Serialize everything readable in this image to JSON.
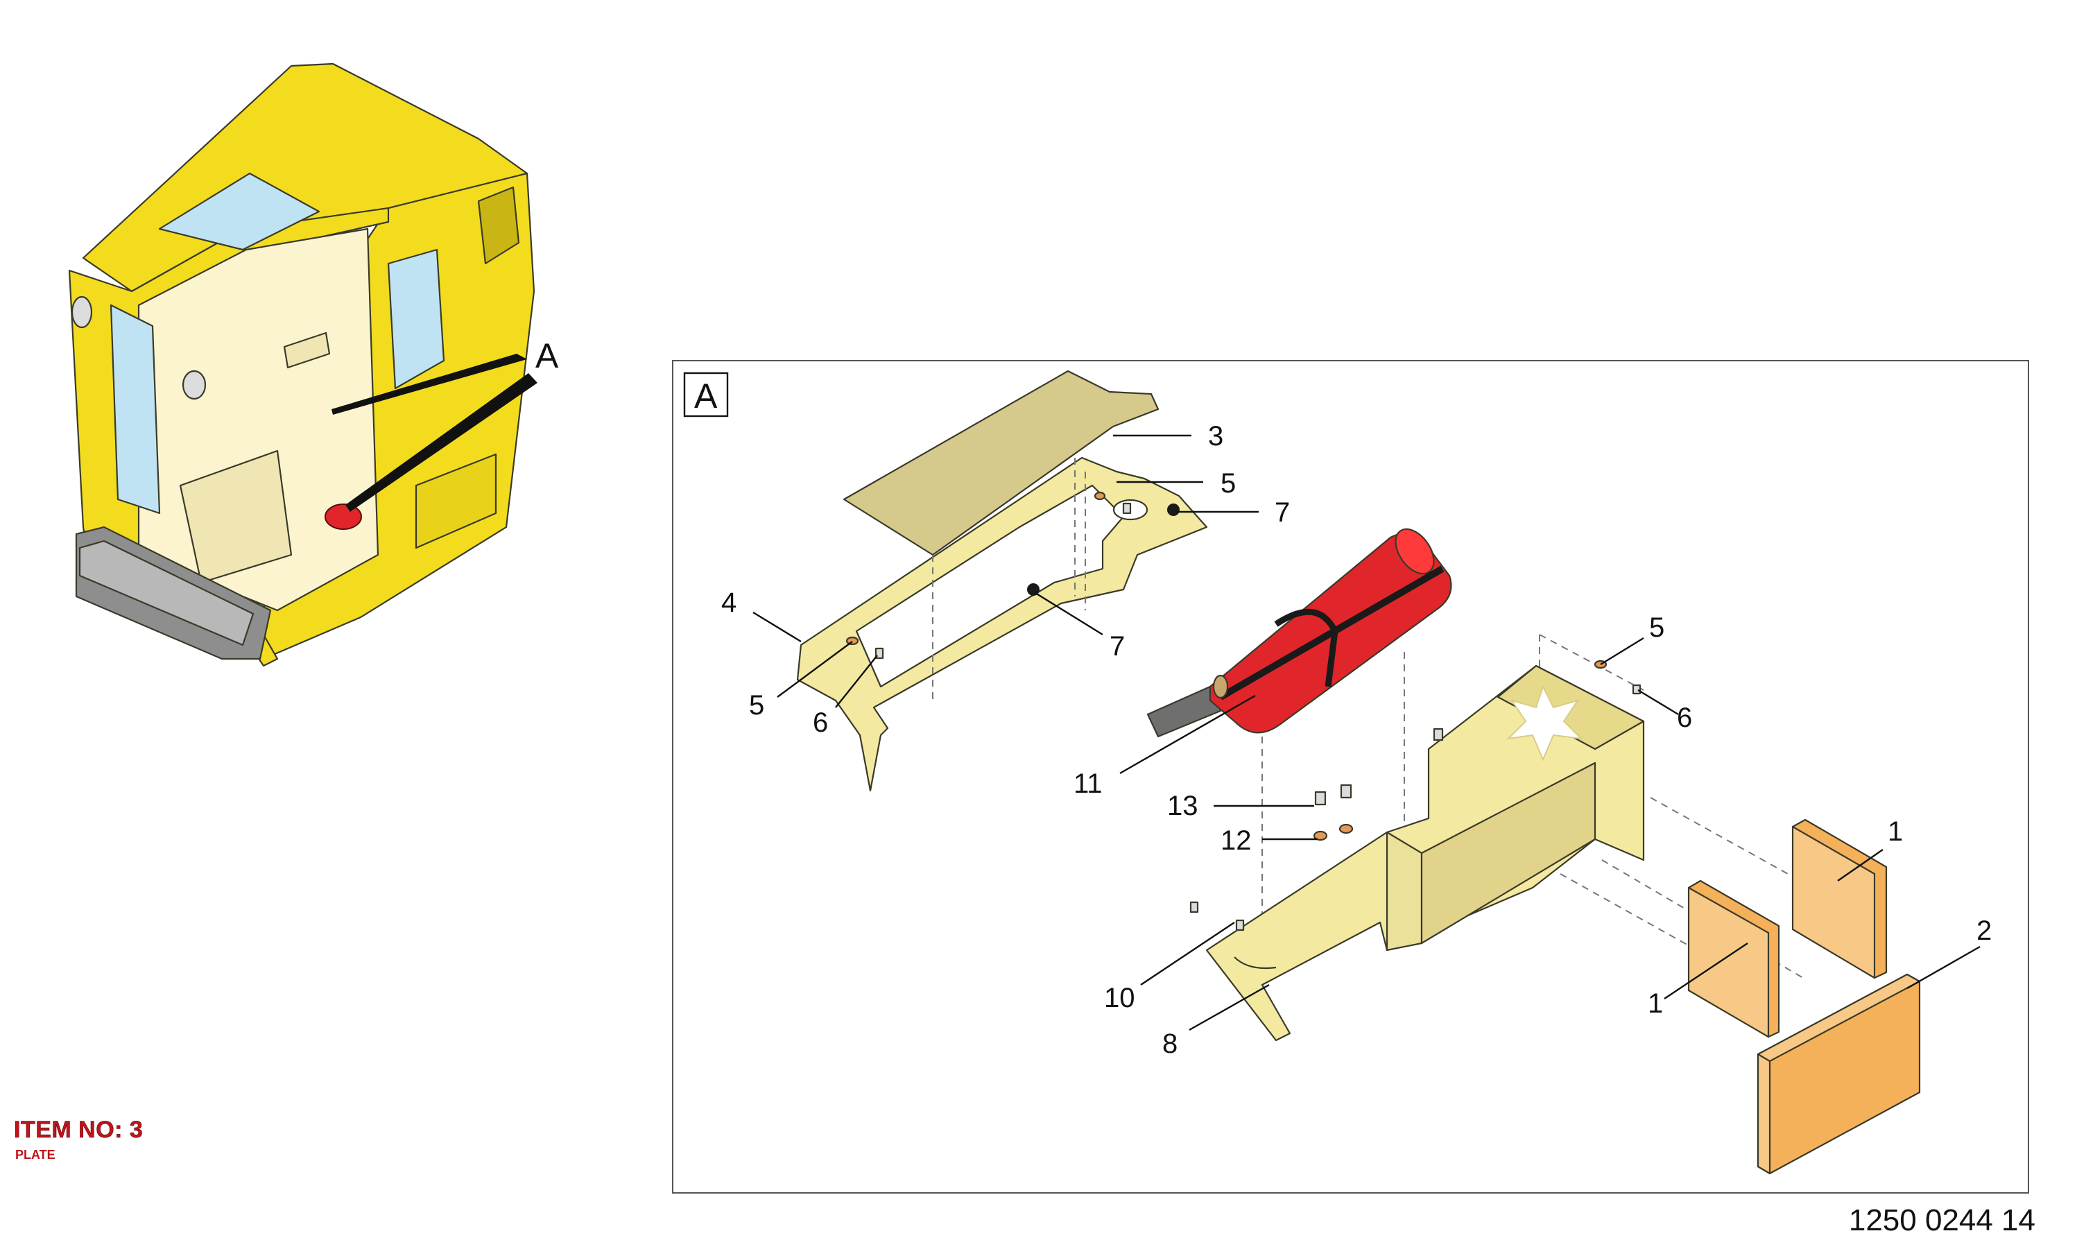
{
  "overview": {
    "detail_ref": "A"
  },
  "detail": {
    "frame_label": "A",
    "callouts": [
      {
        "id": "c3",
        "label": "3"
      },
      {
        "id": "c5a",
        "label": "5"
      },
      {
        "id": "c7a",
        "label": "7"
      },
      {
        "id": "c4",
        "label": "4"
      },
      {
        "id": "c7b",
        "label": "7"
      },
      {
        "id": "c5b",
        "label": "5"
      },
      {
        "id": "c6a",
        "label": "6"
      },
      {
        "id": "c11",
        "label": "11"
      },
      {
        "id": "c5c",
        "label": "5"
      },
      {
        "id": "c6b",
        "label": "6"
      },
      {
        "id": "c13",
        "label": "13"
      },
      {
        "id": "c12",
        "label": "12"
      },
      {
        "id": "c1a",
        "label": "1"
      },
      {
        "id": "c2",
        "label": "2"
      },
      {
        "id": "c1b",
        "label": "1"
      },
      {
        "id": "c10",
        "label": "10"
      },
      {
        "id": "c8",
        "label": "8"
      }
    ]
  },
  "item": {
    "number": "ITEM NO: 3",
    "description": "PLATE"
  },
  "drawing_number": "1250 0244 14",
  "colors": {
    "cab_yellow": "#f2dc1d",
    "cab_shadow": "#c9b514",
    "interior": "#fbf4cf",
    "glass": "#bfe3f3",
    "panel_tan": "#d6c98c",
    "frame_yellow": "#f3e9a0",
    "extinguisher_red": "#e0262a",
    "pad_orange": "#f5b15a",
    "item_text_red": "#c0141b"
  },
  "icons": [
    "cab-overview-icon",
    "fire-extinguisher-icon",
    "bolt-icon",
    "washer-icon"
  ]
}
